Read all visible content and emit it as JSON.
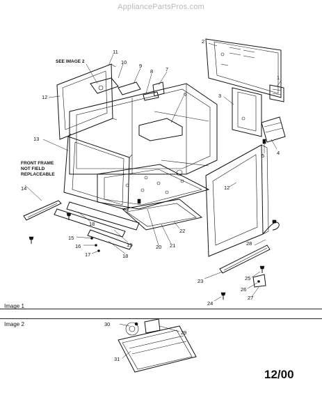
{
  "watermark": "AppliancePartsPros.com",
  "notes": {
    "see_image_2": "SEE IMAGE 2",
    "front_frame_1": "FRONT FRAME",
    "front_frame_2": "NOT FIELD",
    "front_frame_3": "REPLACEABLE"
  },
  "image1_label": "Image 1",
  "image2_label": "Image 2",
  "date_code": "12/00",
  "callouts": [
    "1",
    "2",
    "3",
    "4",
    "5",
    "6",
    "7",
    "8",
    "9",
    "10",
    "11",
    "12",
    "12",
    "13",
    "14",
    "15",
    "16",
    "17",
    "18",
    "18",
    "19",
    "20",
    "21",
    "22",
    "23",
    "24",
    "25",
    "26",
    "27",
    "28",
    "29",
    "30",
    "31"
  ]
}
